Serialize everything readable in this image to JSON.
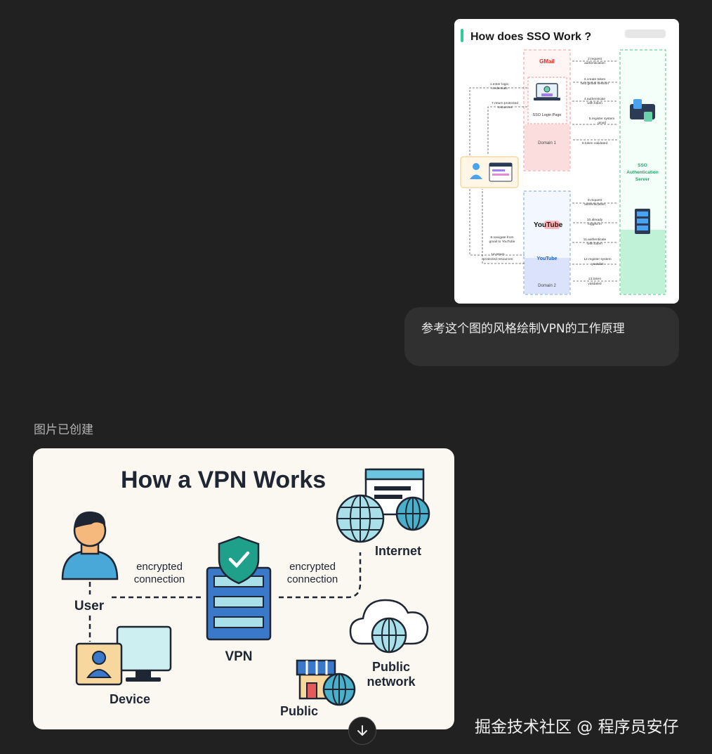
{
  "user_message": {
    "text": "参考这个图的风格绘制VPN的工作原理",
    "attachment": {
      "title": "How does SSO Work ?",
      "domain1": {
        "app": "GMail",
        "login_page": "SSO Login Page",
        "label": "Domain 1"
      },
      "domain2": {
        "app": "YouTube",
        "logo_text": "YouTube",
        "label": "Domain 2"
      },
      "server": [
        "SSO",
        "Authentication",
        "Server"
      ],
      "steps": [
        [
          "1.enter login",
          "credentials"
        ],
        [
          "2.request",
          "authentication"
        ],
        [
          "3.create token",
          "and global session"
        ],
        [
          "4.authenticate",
          "with token"
        ],
        [
          "5.register system",
          "gmail"
        ],
        [
          "6.token validated"
        ],
        [
          "7.return protected",
          "resources"
        ],
        [
          "8.navigate from",
          "gmail to YouTube"
        ],
        [
          "9.request",
          "authentication"
        ],
        [
          "10.already",
          "logged in"
        ],
        [
          "11.authenticate",
          "with token"
        ],
        [
          "12.register system",
          "youtube"
        ],
        [
          "13.token",
          "validated"
        ],
        [
          "14.return",
          "protected resources"
        ]
      ]
    }
  },
  "assistant": {
    "status": "图片已创建",
    "image": {
      "title": "How a VPN Works",
      "user_label": "User",
      "device_label": "Device",
      "vpn_label": "VPN",
      "internet_label": "Internet",
      "public_network_label": [
        "Public",
        "network"
      ],
      "public_label": "Public",
      "encrypted_left": [
        "encrypted",
        "connection"
      ],
      "encrypted_right": [
        "encrypted",
        "connection"
      ]
    }
  },
  "scroll_button": {
    "icon": "arrow-down-icon"
  },
  "watermark": "掘金技术社区 @ 程序员安仔"
}
